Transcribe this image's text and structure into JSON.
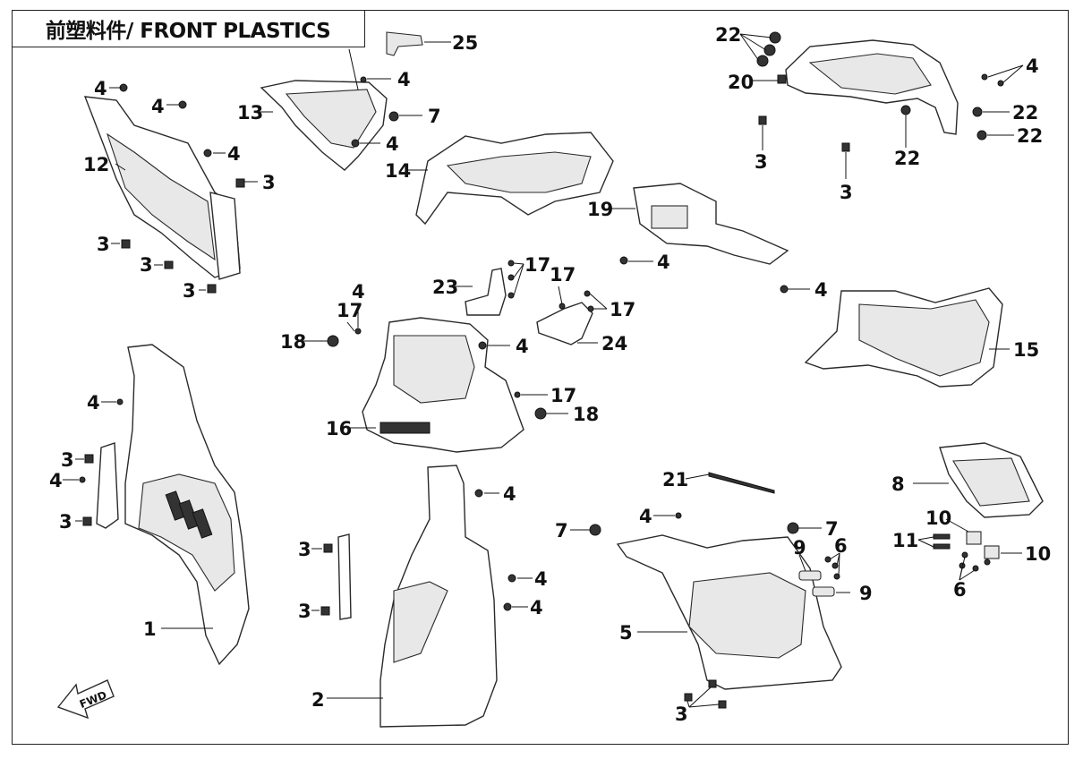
{
  "title": "前塑料件/ FRONT PLASTICS",
  "fwd_label": "FWD",
  "callouts": {
    "c1": "1",
    "c2": "2",
    "c3": "3",
    "c4": "4",
    "c5": "5",
    "c6": "6",
    "c7": "7",
    "c8": "8",
    "c9": "9",
    "c10": "10",
    "c11": "11",
    "c12": "12",
    "c13": "13",
    "c14": "14",
    "c15": "15",
    "c16": "16",
    "c17": "17",
    "c18": "18",
    "c19": "19",
    "c20": "20",
    "c21": "21",
    "c22": "22",
    "c23": "23",
    "c24": "24",
    "c25": "25"
  }
}
